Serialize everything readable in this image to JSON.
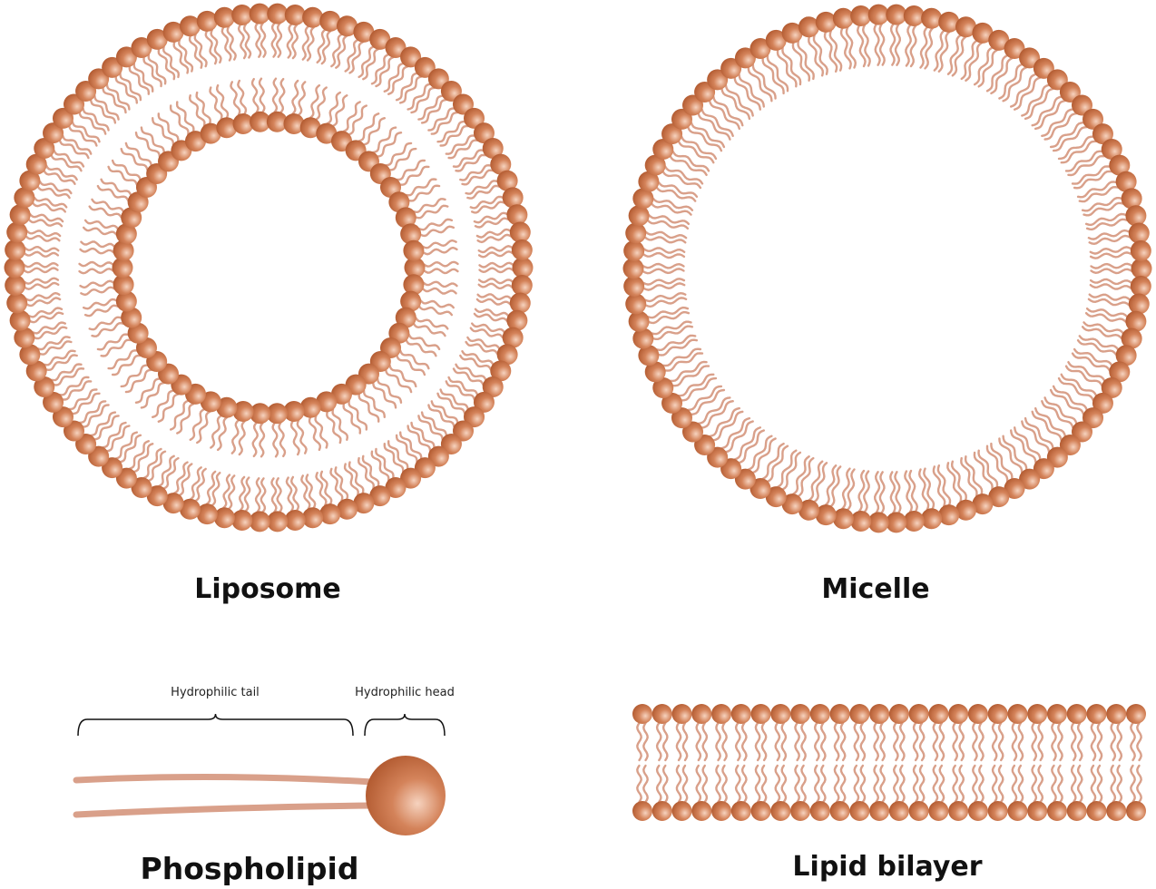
{
  "labels": {
    "liposome": "Liposome",
    "micelle": "Micelle",
    "phospholipid": "Phospholipid",
    "lipid_bilayer": "Lipid bilayer",
    "tail": "Hydrophilic tail",
    "head": "Hydrophilic head"
  },
  "colors": {
    "head_light": "#f3c7ad",
    "head_mid": "#cf7b4e",
    "head_dark": "#a9532a",
    "tail": "#d9a08a",
    "text": "#111111"
  }
}
